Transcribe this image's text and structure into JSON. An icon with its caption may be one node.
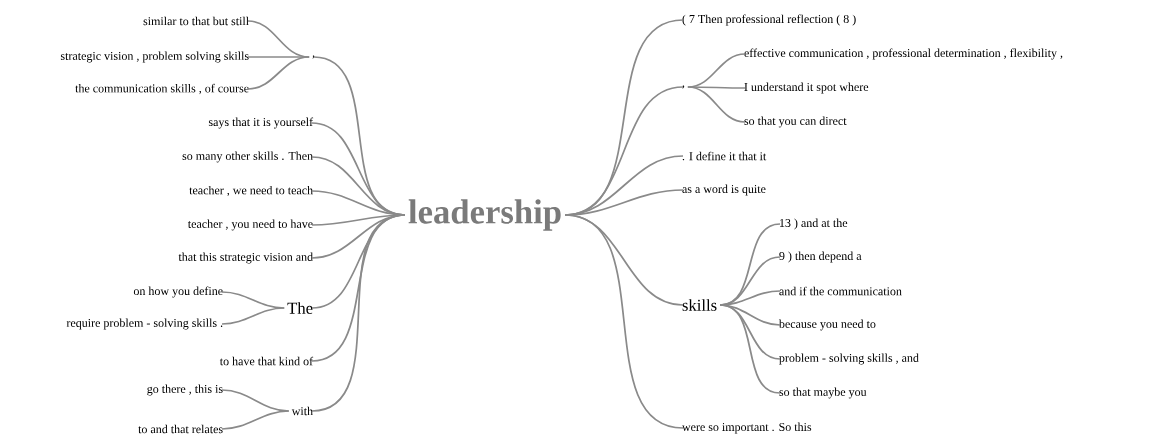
{
  "diagram": {
    "nodes": [
      {
        "text": [
          "leadership"
        ]
      },
      {
        "text": [
          ","
        ]
      },
      {
        "text": [
          "similar to that but still"
        ]
      },
      {
        "text": [
          "strategic vision , problem solving skills"
        ]
      },
      {
        "text": [
          "the communication skills , of course"
        ]
      },
      {
        "text": [
          "says that it is yourself"
        ]
      },
      {
        "text": [
          "so many other skills . Then"
        ]
      },
      {
        "text": [
          "teacher , we need to teach"
        ]
      },
      {
        "text": [
          "teacher , you need to have"
        ]
      },
      {
        "text": [
          "that this strategic vision and"
        ]
      },
      {
        "text": [
          "The"
        ]
      },
      {
        "text": [
          "on how you define"
        ]
      },
      {
        "text": [
          "require problem - solving skills ."
        ]
      },
      {
        "text": [
          "to have that kind of"
        ]
      },
      {
        "text": [
          "with"
        ]
      },
      {
        "text": [
          "go there , this is"
        ]
      },
      {
        "text": [
          "to and that relates"
        ]
      },
      {
        "text": [
          "( 7 Then professional reflection ( 8 )"
        ]
      },
      {
        "text": [
          ","
        ]
      },
      {
        "text": [
          "effective communication , professional determination , flexibility ,"
        ]
      },
      {
        "text": [
          "I understand it spot where"
        ]
      },
      {
        "text": [
          "so that you can direct"
        ]
      },
      {
        "text": [
          ". I define it that it"
        ]
      },
      {
        "text": [
          "as a word is quite"
        ]
      },
      {
        "text": [
          "skills"
        ]
      },
      {
        "text": [
          "13 ) and at the"
        ]
      },
      {
        "text": [
          "9 ) then depend a"
        ]
      },
      {
        "text": [
          "and if the communication"
        ]
      },
      {
        "text": [
          "because you need to"
        ]
      },
      {
        "text": [
          "problem - solving skills , and"
        ]
      },
      {
        "text": [
          "so that maybe you"
        ]
      },
      {
        "text": [
          "were so important . So this"
        ]
      }
    ],
    "edges": [
      {
        "from": 0,
        "to": 1,
        "arrow": "none"
      },
      {
        "from": 1,
        "to": 2,
        "arrow": "none"
      },
      {
        "from": 1,
        "to": 3,
        "arrow": "none"
      },
      {
        "from": 1,
        "to": 4,
        "arrow": "none"
      },
      {
        "from": 0,
        "to": 5,
        "arrow": "none"
      },
      {
        "from": 0,
        "to": 6,
        "arrow": "none"
      },
      {
        "from": 0,
        "to": 7,
        "arrow": "none"
      },
      {
        "from": 0,
        "to": 8,
        "arrow": "none"
      },
      {
        "from": 0,
        "to": 9,
        "arrow": "none"
      },
      {
        "from": 0,
        "to": 10,
        "arrow": "none"
      },
      {
        "from": 10,
        "to": 11,
        "arrow": "none"
      },
      {
        "from": 10,
        "to": 12,
        "arrow": "none"
      },
      {
        "from": 0,
        "to": 13,
        "arrow": "none"
      },
      {
        "from": 0,
        "to": 14,
        "arrow": "none"
      },
      {
        "from": 14,
        "to": 15,
        "arrow": "none"
      },
      {
        "from": 14,
        "to": 16,
        "arrow": "none"
      },
      {
        "from": 0,
        "to": 17,
        "arrow": "none"
      },
      {
        "from": 0,
        "to": 18,
        "arrow": "none"
      },
      {
        "from": 18,
        "to": 19,
        "arrow": "none"
      },
      {
        "from": 18,
        "to": 20,
        "arrow": "none"
      },
      {
        "from": 18,
        "to": 21,
        "arrow": "none"
      },
      {
        "from": 0,
        "to": 22,
        "arrow": "none"
      },
      {
        "from": 0,
        "to": 23,
        "arrow": "none"
      },
      {
        "from": 0,
        "to": 24,
        "arrow": "none"
      },
      {
        "from": 24,
        "to": 25,
        "arrow": "none"
      },
      {
        "from": 24,
        "to": 26,
        "arrow": "none"
      },
      {
        "from": 24,
        "to": 27,
        "arrow": "none"
      },
      {
        "from": 24,
        "to": 28,
        "arrow": "none"
      },
      {
        "from": 24,
        "to": 29,
        "arrow": "none"
      },
      {
        "from": 24,
        "to": 30,
        "arrow": "none"
      },
      {
        "from": 0,
        "to": 31,
        "arrow": "none"
      }
    ]
  }
}
